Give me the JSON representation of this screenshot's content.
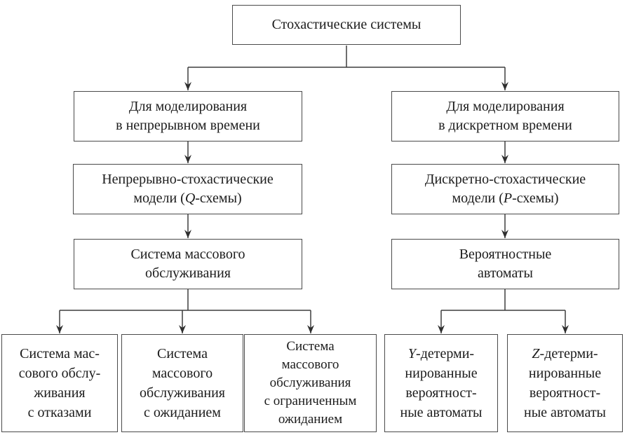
{
  "diagram": {
    "title": "Стохастические системы",
    "accent_colors": {
      "line": "#3d3d3d",
      "border": "#4a4a4a",
      "text": "#1c1c1c",
      "background": "#ffffff"
    },
    "nodes": {
      "root": {
        "label": "Стохастические системы"
      },
      "left2": {
        "text": "Для моделирования\nв непрерывном времени"
      },
      "right2": {
        "text": "Для моделирования\nв дискретном времени"
      },
      "left3": {
        "line1": "Непрерывно-стохастические",
        "line2_pre": "модели (",
        "line2_italic": "Q",
        "line2_post": "-схемы)"
      },
      "right3": {
        "line1": "Дискретно-стохастические",
        "line2_pre": "модели (",
        "line2_italic": "P",
        "line2_post": "-схемы)"
      },
      "left4": {
        "text": "Система массового\nобслуживания"
      },
      "right4": {
        "text": "Вероятностные\nавтоматы"
      },
      "smo_refusal": {
        "text": "Система мас-\nсового обслу-\nживания\nс отказами"
      },
      "smo_waiting": {
        "text": "Система\nмассового\nобслуживания\nс ожиданием"
      },
      "smo_limited": {
        "text": "Система\nмассового\nобслуживания\nс ограниченным\nожиданием"
      },
      "y_automata": {
        "line1_italic": "Y",
        "line1_rest": "-детерми-",
        "rest": "нированные\nвероятност-\nные автоматы"
      },
      "z_automata": {
        "line1_italic": "Z",
        "line1_rest": "-детерми-",
        "rest": "нированные\nвероятност-\nные автоматы"
      }
    }
  }
}
